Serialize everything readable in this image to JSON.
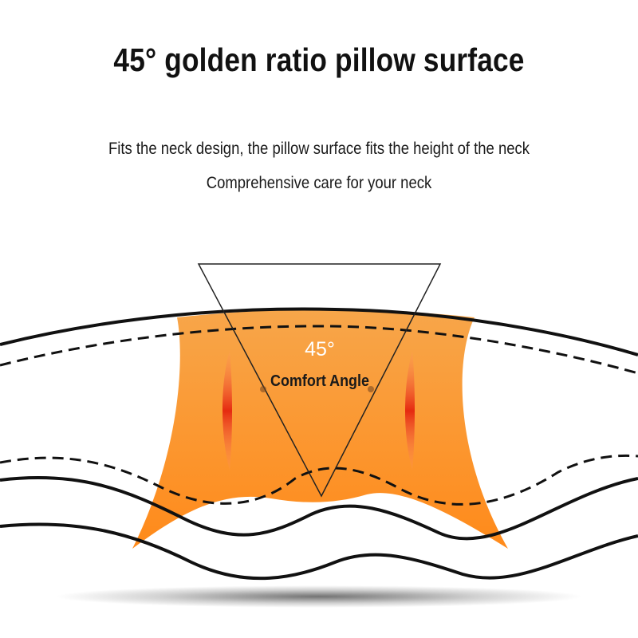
{
  "header": {
    "title": "45° golden ratio pillow surface",
    "subtitle_line1": "Fits the neck design, the pillow surface fits the height of the neck",
    "subtitle_line2": "Comprehensive care for your neck"
  },
  "diagram": {
    "angle_value": "45°",
    "angle_caption": "Comfort Angle",
    "colors": {
      "highlight_top": "#f7a64a",
      "highlight_bottom": "#ff8a1a",
      "accent_red": "#e52a10",
      "outline": "#111111"
    }
  }
}
